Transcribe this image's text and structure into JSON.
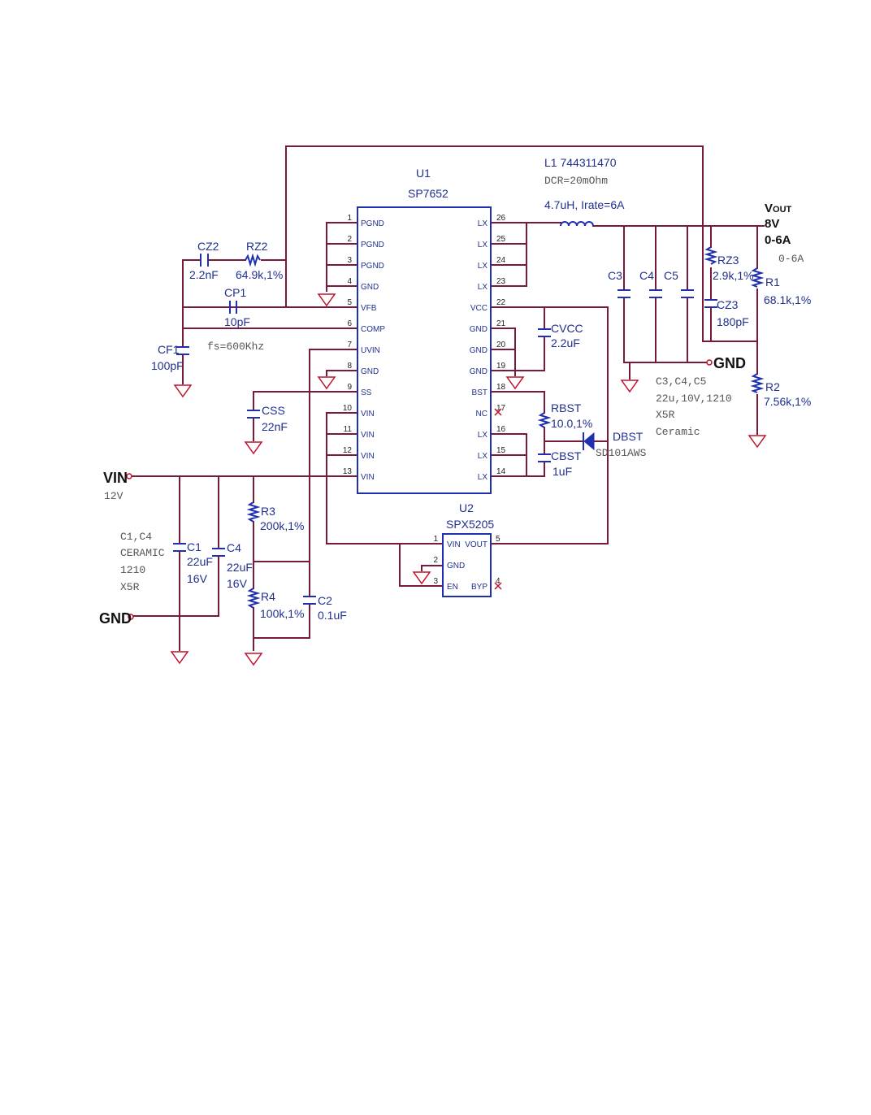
{
  "u1": {
    "ref": "U1",
    "part": "SP7652",
    "left_pins": [
      {
        "num": "1",
        "name": "PGND"
      },
      {
        "num": "2",
        "name": "PGND"
      },
      {
        "num": "3",
        "name": "PGND"
      },
      {
        "num": "4",
        "name": "GND"
      },
      {
        "num": "5",
        "name": "VFB"
      },
      {
        "num": "6",
        "name": "COMP"
      },
      {
        "num": "7",
        "name": "UVIN"
      },
      {
        "num": "8",
        "name": "GND"
      },
      {
        "num": "9",
        "name": "SS"
      },
      {
        "num": "10",
        "name": "VIN"
      },
      {
        "num": "11",
        "name": "VIN"
      },
      {
        "num": "12",
        "name": "VIN"
      },
      {
        "num": "13",
        "name": "VIN"
      }
    ],
    "right_pins": [
      {
        "num": "26",
        "name": "LX"
      },
      {
        "num": "25",
        "name": "LX"
      },
      {
        "num": "24",
        "name": "LX"
      },
      {
        "num": "23",
        "name": "LX"
      },
      {
        "num": "22",
        "name": "VCC"
      },
      {
        "num": "21",
        "name": "GND"
      },
      {
        "num": "20",
        "name": "GND"
      },
      {
        "num": "19",
        "name": "GND"
      },
      {
        "num": "18",
        "name": "BST"
      },
      {
        "num": "17",
        "name": "NC"
      },
      {
        "num": "16",
        "name": "LX"
      },
      {
        "num": "15",
        "name": "LX"
      },
      {
        "num": "14",
        "name": "LX"
      }
    ]
  },
  "u2": {
    "ref": "U2",
    "part": "SPX5205",
    "left_pins": [
      {
        "num": "1",
        "name": "VIN"
      },
      {
        "num": "2",
        "name": "GND"
      },
      {
        "num": "3",
        "name": "EN"
      }
    ],
    "right_pins": [
      {
        "num": "5",
        "name": "VOUT"
      },
      {
        "num": "4",
        "name": "BYP"
      }
    ]
  },
  "l1": {
    "line1": "L1 744311470",
    "dcr": "DCR=20mOhm",
    "line3": "4.7uH, Irate=6A"
  },
  "cz2": {
    "ref": "CZ2",
    "value": "2.2nF"
  },
  "rz2": {
    "ref": "RZ2",
    "value": "64.9k,1%"
  },
  "cp1": {
    "ref": "CP1",
    "value": "10pF"
  },
  "cf1": {
    "ref": "CF1",
    "value": "100pF"
  },
  "fs_note": "fs=600Khz",
  "css": {
    "ref": "CSS",
    "value": "22nF"
  },
  "cvcc": {
    "ref": "CVCC",
    "value": "2.2uF"
  },
  "rbst": {
    "ref": "RBST",
    "value": "10.0,1%"
  },
  "cbst": {
    "ref": "CBST",
    "value": "1uF"
  },
  "dbst": {
    "ref": "DBST",
    "part": "SD101AWS"
  },
  "out_caps": {
    "c3": "C3",
    "c4": "C4",
    "c5": "C5",
    "note1": "C3,C4,C5",
    "note2": "22u,10V,1210",
    "note3": "X5R",
    "note4": "Ceramic"
  },
  "rz3": {
    "ref": "RZ3",
    "value": "2.9k,1%"
  },
  "cz3": {
    "ref": "CZ3",
    "value": "180pF"
  },
  "r1": {
    "ref": "R1",
    "value": "68.1k,1%"
  },
  "r2": {
    "ref": "R2",
    "value": "7.56k,1%"
  },
  "vout": {
    "v_main": "V",
    "v_sub": "OUT",
    "volts": "8V",
    "range": "0-6A",
    "ghost": "0-6A"
  },
  "out_gnd": "GND",
  "vin": {
    "label": "VIN",
    "volts": "12V"
  },
  "in_gnd": "GND",
  "in_caps_note": {
    "l1": "C1,C4",
    "l2": "CERAMIC",
    "l3": "1210",
    "l4": "X5R"
  },
  "c1": {
    "ref": "C1",
    "value": "22uF",
    "volts": "16V"
  },
  "c4in": {
    "ref": "C4",
    "value": "22uF",
    "volts": "16V"
  },
  "r3": {
    "ref": "R3",
    "value": "200k,1%"
  },
  "r4": {
    "ref": "R4",
    "value": "100k,1%"
  },
  "c2": {
    "ref": "C2",
    "value": "0.1uF"
  }
}
